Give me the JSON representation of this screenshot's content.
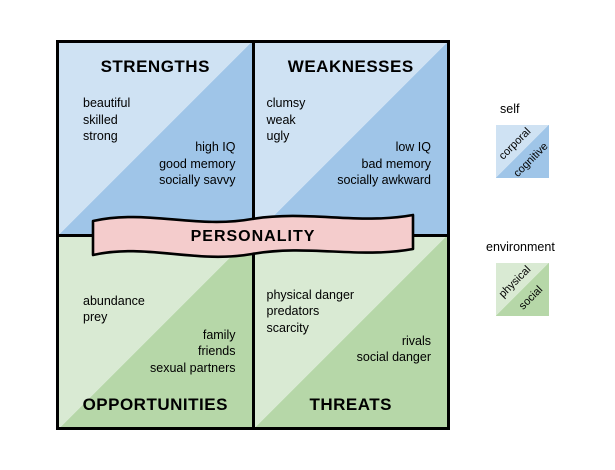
{
  "diagram": {
    "banner_label": "PERSONALITY",
    "quadrants": [
      {
        "id": "strengths",
        "title": "STRENGTHS",
        "primary": "beautiful\nskilled\nstrong",
        "secondary": "high IQ\ngood memory\nsocially savvy"
      },
      {
        "id": "weaknesses",
        "title": "WEAKNESSES",
        "primary": "clumsy\nweak\nugly",
        "secondary": "low IQ\nbad memory\nsocially awkward"
      },
      {
        "id": "opportunities",
        "title": "OPPORTUNITIES",
        "primary": "abundance\nprey",
        "secondary": "family\nfriends\nsexual partners"
      },
      {
        "id": "threats",
        "title": "THREATS",
        "primary": "physical danger\npredators\nscarcity",
        "secondary": "rivals\nsocial danger"
      }
    ]
  },
  "legend": [
    {
      "title": "self",
      "upper_label": "corporal",
      "lower_label": "cognitive"
    },
    {
      "title": "environment",
      "upper_label": "physical",
      "lower_label": "social"
    }
  ],
  "colors": {
    "blue_light": "#cfe2f3",
    "blue_dark": "#9fc5e8",
    "green_light": "#d9ead3",
    "green_dark": "#b6d7a8",
    "banner_pink": "#f4cccc",
    "outline": "#000000"
  }
}
